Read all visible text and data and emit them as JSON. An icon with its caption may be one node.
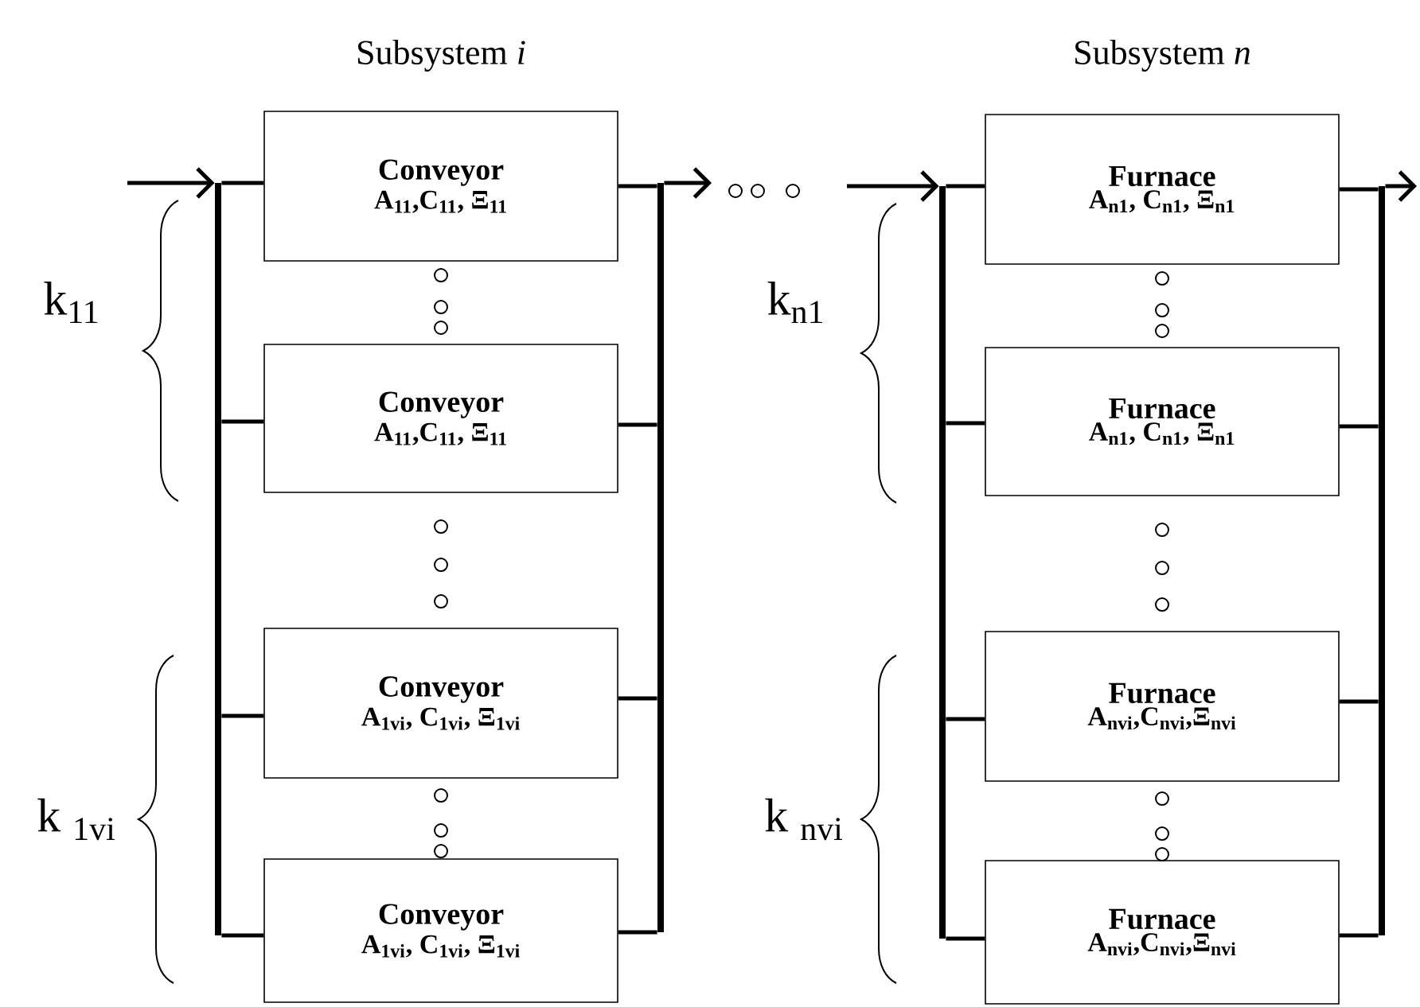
{
  "diagram": {
    "nodes": [
      {
        "text": [],
        "shape": "bar"
      },
      {
        "text": [
          "Conveyor",
          "A$_{11}$,C$_{11}$, Ξ$_{11}$"
        ]
      },
      {
        "text": [
          "Conveyor",
          "A$_{11}$,C$_{11}$, Ξ$_{11}$"
        ]
      },
      {
        "text": [
          "Conveyor",
          "A$_{1vi}$, C$_{1vi}$, Ξ$_{1vi}$"
        ]
      },
      {
        "text": [
          "Conveyor",
          "A$_{1vi}$, C$_{1vi}$, Ξ$_{1vi}$"
        ]
      },
      {
        "text": [],
        "shape": "bar"
      },
      {
        "text": [],
        "shape": "bar"
      },
      {
        "text": [
          "Furnace",
          "A$_{n1}$, C$_{n1}$, Ξ$_{n1}$"
        ]
      },
      {
        "text": [
          "Furnace",
          "A$_{n1}$, C$_{n1}$, Ξ$_{n1}$"
        ]
      },
      {
        "text": [
          "Furnace",
          "A$_{nvi}$,C$_{nvi}$,Ξ$_{nvi}$"
        ]
      },
      {
        "text": [
          "Furnace",
          "A$_{nvi}$,C$_{nvi}$,Ξ$_{nvi}$"
        ]
      },
      {
        "text": [],
        "shape": "bar"
      }
    ],
    "edges": [
      {
        "from": null,
        "to": 0,
        "arrow": "to"
      },
      {
        "from": 0,
        "to": 1,
        "arrow": "none"
      },
      {
        "from": 0,
        "to": 2,
        "arrow": "none"
      },
      {
        "from": 0,
        "to": 3,
        "arrow": "none"
      },
      {
        "from": 0,
        "to": 4,
        "arrow": "none"
      },
      {
        "from": 1,
        "to": 5,
        "arrow": "none"
      },
      {
        "from": 2,
        "to": 5,
        "arrow": "none"
      },
      {
        "from": 3,
        "to": 5,
        "arrow": "none"
      },
      {
        "from": 4,
        "to": 5,
        "arrow": "none"
      },
      {
        "from": 5,
        "to": null,
        "arrow": "to"
      },
      {
        "from": null,
        "to": 6,
        "arrow": "to"
      },
      {
        "from": 6,
        "to": 7,
        "arrow": "none"
      },
      {
        "from": 6,
        "to": 8,
        "arrow": "none"
      },
      {
        "from": 6,
        "to": 9,
        "arrow": "none"
      },
      {
        "from": 6,
        "to": 10,
        "arrow": "none"
      },
      {
        "from": 7,
        "to": 11,
        "arrow": "none"
      },
      {
        "from": 8,
        "to": 11,
        "arrow": "none"
      },
      {
        "from": 9,
        "to": 11,
        "arrow": "none"
      },
      {
        "from": 10,
        "to": 11,
        "arrow": "none"
      },
      {
        "from": 11,
        "to": null,
        "arrow": "to"
      }
    ],
    "labels": [
      "Subsystem *i*",
      "Subsystem *n*",
      "k$_{11}$",
      "k$_{n1}$",
      "k $_{1vi}$",
      "k $_{nvi}$"
    ]
  }
}
